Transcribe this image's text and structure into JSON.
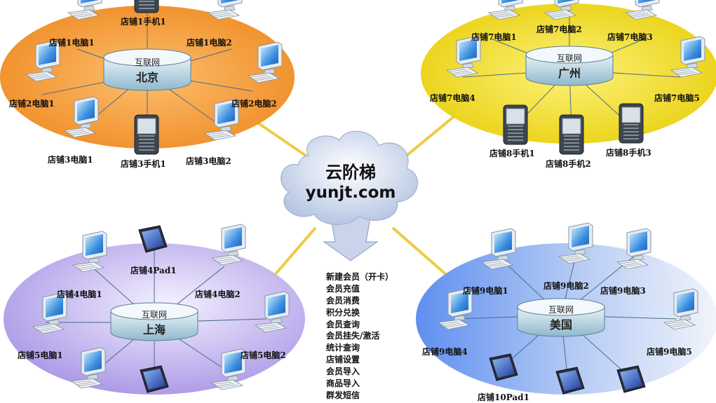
{
  "cloud": {
    "name": "云阶梯",
    "domain": "yunjt.com"
  },
  "features": [
    "新建会员（开卡）",
    "会员充值",
    "会员消费",
    "积分兑换",
    "会员查询",
    "会员挂失/激活",
    "统计查询",
    "店铺设置",
    "会员导入",
    "商品导入",
    "群发短信"
  ],
  "hubs": {
    "beijing": {
      "network": "互联网",
      "city": "北京"
    },
    "guangzhou": {
      "network": "互联网",
      "city": "广州"
    },
    "shanghai": {
      "network": "互联网",
      "city": "上海"
    },
    "usa": {
      "network": "互联网",
      "city": "美国"
    }
  },
  "devices": [
    {
      "label": "店铺1手机1",
      "icon": "phone-icon"
    },
    {
      "label": "店铺1电脑1",
      "icon": "computer-icon"
    },
    {
      "label": "店铺1电脑2",
      "icon": "computer-icon"
    },
    {
      "label": "店铺2电脑1",
      "icon": "computer-icon"
    },
    {
      "label": "店铺2电脑2",
      "icon": "computer-icon"
    },
    {
      "label": "店铺3电脑1",
      "icon": "computer-icon"
    },
    {
      "label": "店铺3手机1",
      "icon": "phone-icon"
    },
    {
      "label": "店铺3电脑2",
      "icon": "computer-icon"
    },
    {
      "label": "店铺7电脑2",
      "icon": "computer-icon"
    },
    {
      "label": "店铺7电脑1",
      "icon": "computer-icon"
    },
    {
      "label": "店铺7电脑3",
      "icon": "computer-icon"
    },
    {
      "label": "店铺7电脑4",
      "icon": "computer-icon"
    },
    {
      "label": "店铺7电脑5",
      "icon": "computer-icon"
    },
    {
      "label": "店铺8手机1",
      "icon": "phone-icon"
    },
    {
      "label": "店铺8手机2",
      "icon": "phone-icon"
    },
    {
      "label": "店铺8手机3",
      "icon": "phone-icon"
    },
    {
      "label": "店铺4Pad1",
      "icon": "tablet-icon"
    },
    {
      "label": "店铺4电脑1",
      "icon": "computer-icon"
    },
    {
      "label": "店铺4电脑2",
      "icon": "computer-icon"
    },
    {
      "label": "店铺5电脑1",
      "icon": "computer-icon"
    },
    {
      "label": "店铺5电脑2",
      "icon": "computer-icon"
    },
    {
      "label": "店铺9电脑2",
      "icon": "computer-icon"
    },
    {
      "label": "店铺9电脑1",
      "icon": "computer-icon"
    },
    {
      "label": "店铺9电脑3",
      "icon": "computer-icon"
    },
    {
      "label": "店铺9电脑4",
      "icon": "computer-icon"
    },
    {
      "label": "店铺9电脑5",
      "icon": "computer-icon"
    },
    {
      "label": "店铺10Pad1",
      "icon": "tablet-icon"
    }
  ],
  "colors": {
    "beijing": "#f79c3a",
    "guangzhou": "#f2e21d",
    "shanghai": "#c2b3ee",
    "usa": "#8fb1ef",
    "cloud": "#d3dcef",
    "connector": "#f0cf4a"
  }
}
